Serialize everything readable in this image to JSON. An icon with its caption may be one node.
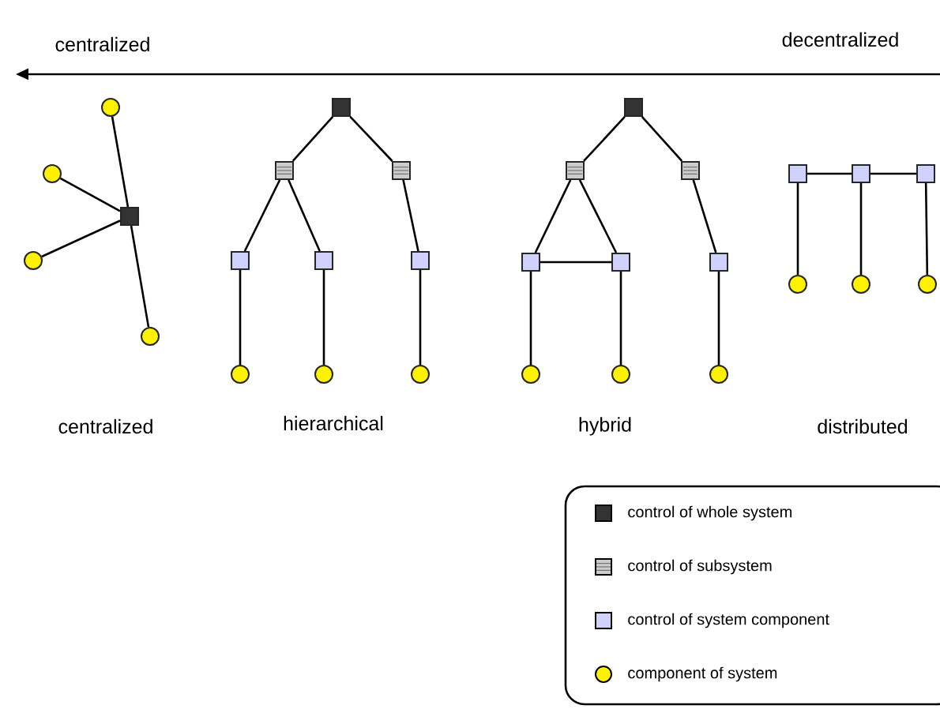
{
  "diagram": {
    "nodes": [
      {
        "text": [],
        "shape": "circle"
      },
      {
        "text": [],
        "shape": "circle"
      },
      {
        "text": [],
        "shape": "box"
      },
      {
        "text": [],
        "shape": "circle"
      },
      {
        "text": [],
        "shape": "circle"
      },
      {
        "text": [],
        "shape": "box"
      },
      {
        "text": [],
        "shape": "box"
      },
      {
        "text": [],
        "shape": "box"
      },
      {
        "text": [],
        "shape": "box"
      },
      {
        "text": [],
        "shape": "box"
      },
      {
        "text": [],
        "shape": "box"
      },
      {
        "text": [],
        "shape": "circle"
      },
      {
        "text": [],
        "shape": "circle"
      },
      {
        "text": [],
        "shape": "circle"
      },
      {
        "text": [],
        "shape": "box"
      },
      {
        "text": [],
        "shape": "box"
      },
      {
        "text": [],
        "shape": "box"
      },
      {
        "text": [],
        "shape": "box"
      },
      {
        "text": [],
        "shape": "box"
      },
      {
        "text": [],
        "shape": "box"
      },
      {
        "text": [],
        "shape": "circle"
      },
      {
        "text": [],
        "shape": "circle"
      },
      {
        "text": [],
        "shape": "circle"
      },
      {
        "text": [],
        "shape": "box"
      },
      {
        "text": [],
        "shape": "box"
      },
      {
        "text": [],
        "shape": "box"
      },
      {
        "text": [],
        "shape": "circle"
      },
      {
        "text": [],
        "shape": "circle"
      },
      {
        "text": [],
        "shape": "circle"
      }
    ],
    "edges": [
      {
        "from": 2,
        "to": 0,
        "arrow": "none"
      },
      {
        "from": 2,
        "to": 1,
        "arrow": "none"
      },
      {
        "from": 2,
        "to": 3,
        "arrow": "none"
      },
      {
        "from": 2,
        "to": 4,
        "arrow": "none"
      },
      {
        "from": 5,
        "to": 6,
        "arrow": "none"
      },
      {
        "from": 5,
        "to": 7,
        "arrow": "none"
      },
      {
        "from": 6,
        "to": 8,
        "arrow": "none"
      },
      {
        "from": 6,
        "to": 9,
        "arrow": "none"
      },
      {
        "from": 7,
        "to": 10,
        "arrow": "none"
      },
      {
        "from": 8,
        "to": 11,
        "arrow": "none"
      },
      {
        "from": 9,
        "to": 12,
        "arrow": "none"
      },
      {
        "from": 10,
        "to": 13,
        "arrow": "none"
      },
      {
        "from": 14,
        "to": 15,
        "arrow": "none"
      },
      {
        "from": 14,
        "to": 16,
        "arrow": "none"
      },
      {
        "from": 15,
        "to": 17,
        "arrow": "none"
      },
      {
        "from": 15,
        "to": 18,
        "arrow": "none"
      },
      {
        "from": 17,
        "to": 18,
        "arrow": "none"
      },
      {
        "from": 16,
        "to": 19,
        "arrow": "none"
      },
      {
        "from": 17,
        "to": 20,
        "arrow": "none"
      },
      {
        "from": 18,
        "to": 21,
        "arrow": "none"
      },
      {
        "from": 19,
        "to": 22,
        "arrow": "none"
      },
      {
        "from": 23,
        "to": 24,
        "arrow": "none"
      },
      {
        "from": 24,
        "to": 25,
        "arrow": "none"
      },
      {
        "from": 23,
        "to": 26,
        "arrow": "none"
      },
      {
        "from": 24,
        "to": 27,
        "arrow": "none"
      },
      {
        "from": 25,
        "to": 28,
        "arrow": "none"
      }
    ],
    "labels": [
      "centralized",
      "decentralized",
      "centralized",
      "hierarchical",
      "hybrid",
      "distributed"
    ],
    "legend": [
      {
        "text": "control of whole system"
      },
      {
        "text": "control of subsystem"
      },
      {
        "text": "control of system component"
      },
      {
        "text": "component of system"
      }
    ]
  }
}
